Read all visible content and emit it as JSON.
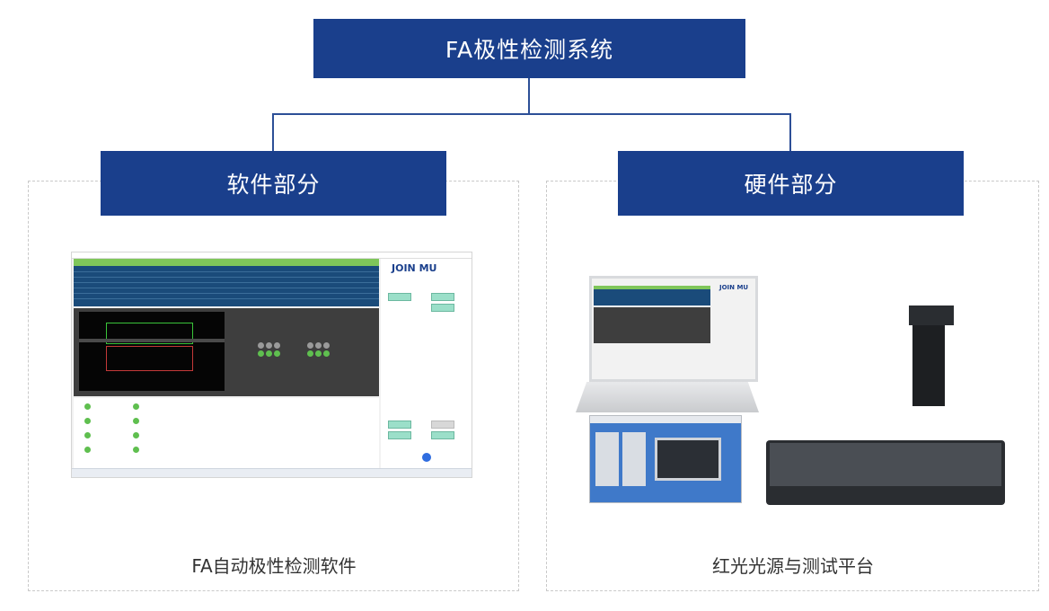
{
  "title": "FA极性检测系统",
  "branches": [
    {
      "label": "软件部分",
      "caption": "FA自动极性检测软件"
    },
    {
      "label": "硬件部分",
      "caption": "红光光源与测试平台"
    }
  ],
  "software_logo": "JOIN MU",
  "hardware_logo": "JOIN MU",
  "colors": {
    "box": "#1a3f8c",
    "line": "#2c4f97",
    "green": "#7fc65a"
  }
}
